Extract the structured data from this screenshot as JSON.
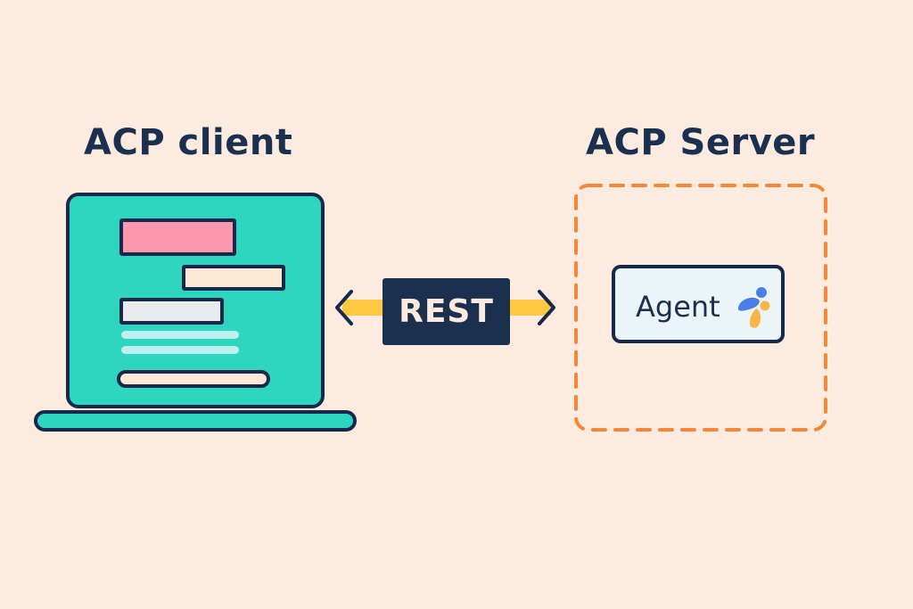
{
  "diagram": {
    "client": {
      "title": "ACP client",
      "icon": "laptop-icon",
      "colors": {
        "screen": "#2ed6bf",
        "outline": "#16294a",
        "pink_block": "#fd97ae",
        "cream_block": "#fde8d5",
        "gray_block": "#e8ebee",
        "text_lines": "#bdf0ef"
      }
    },
    "connector": {
      "label": "REST",
      "direction": "bidirectional",
      "colors": {
        "box": "#1b2f4e",
        "arrow_shaft": "#fdc942",
        "arrow_head": "#16294a"
      }
    },
    "server": {
      "title": "ACP Server",
      "boundary_style": "dashed",
      "boundary_color": "#f2883a",
      "agent": {
        "label": "Agent",
        "icon": "agent-logo-icon",
        "colors": {
          "box": "#ebf4f9",
          "logo_blue": "#4a7fe8",
          "logo_yellow": "#fbb547"
        }
      }
    },
    "background": "#fdebdf",
    "text_color": "#1b2f4e"
  }
}
